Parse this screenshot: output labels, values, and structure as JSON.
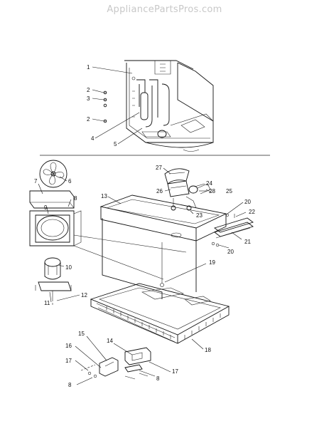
{
  "watermark": "AppliancePartsPros.com",
  "callouts": {
    "c1": "1",
    "c2a": "2",
    "c3": "3",
    "c2b": "2",
    "c4": "4",
    "c5": "5",
    "c6": "6",
    "c7": "7",
    "c8a": "8",
    "c9": "9",
    "c10": "10",
    "c11": "11",
    "c12": "12",
    "c13": "13",
    "c14": "14",
    "c15": "15",
    "c16": "16",
    "c17a": "17",
    "c8b": "8",
    "c8c": "8",
    "c17b": "17",
    "c18": "18",
    "c19": "19",
    "c20a": "20",
    "c20b": "20",
    "c21": "21",
    "c22": "22",
    "c23": "23",
    "c24": "24",
    "c25": "25",
    "c26": "26",
    "c27": "27",
    "c28": "28"
  }
}
